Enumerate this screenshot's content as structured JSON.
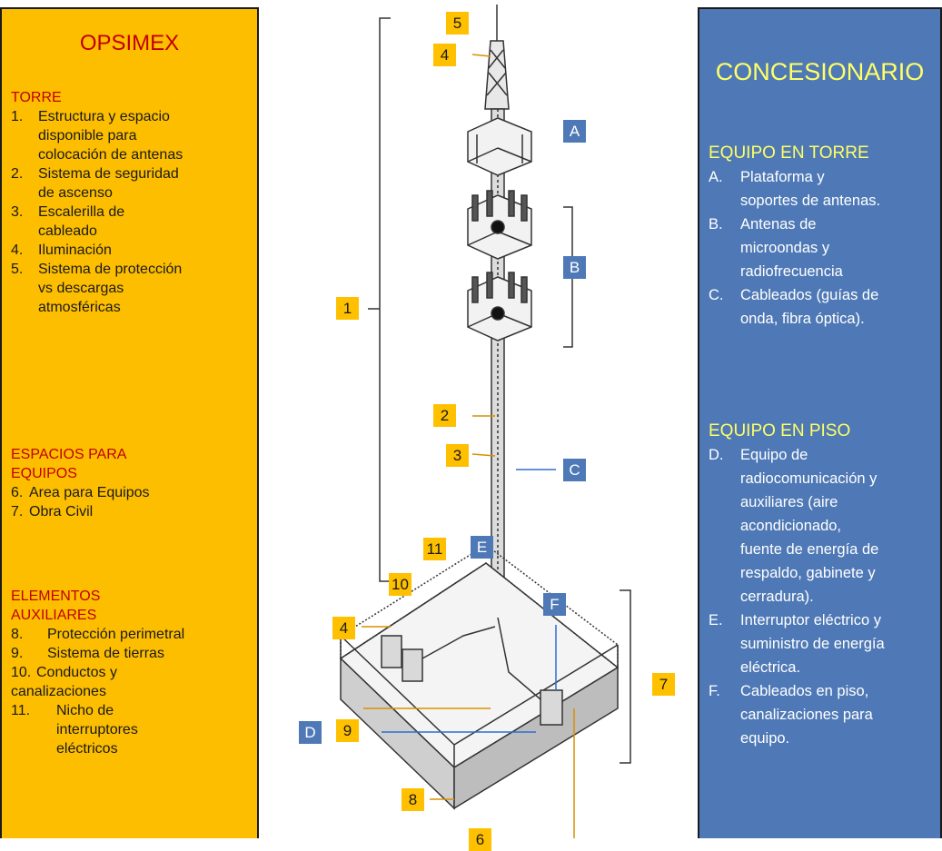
{
  "left_panel": {
    "title": "OPSIMEX",
    "sections": [
      {
        "heading": "TORRE",
        "items": [
          {
            "num": "1.",
            "lines": [
              "Estructura y espacio",
              "disponible para",
              "colocación de antenas"
            ]
          },
          {
            "num": "2.",
            "lines": [
              "Sistema de seguridad",
              "de ascenso"
            ]
          },
          {
            "num": "3.",
            "lines": [
              "Escalerilla de",
              "cableado"
            ]
          },
          {
            "num": "4.",
            "lines": [
              "Iluminación"
            ]
          },
          {
            "num": "5.",
            "lines": [
              "Sistema de protección",
              "vs descargas",
              "atmosféricas"
            ]
          }
        ]
      },
      {
        "heading_lines": [
          "ESPACIOS PARA",
          "EQUIPOS"
        ],
        "items": [
          {
            "num": "6.",
            "lines": [
              "Area para Equipos"
            ]
          },
          {
            "num": "7.",
            "lines": [
              "Obra Civil"
            ]
          }
        ]
      },
      {
        "heading_lines": [
          "ELEMENTOS",
          "AUXILIARES"
        ],
        "items": [
          {
            "num": "8.",
            "lines": [
              "Protección perimetral"
            ]
          },
          {
            "num": "9.",
            "lines": [
              "Sistema de tierras"
            ]
          },
          {
            "num": "10.",
            "lines": [
              "Conductos y"
            ]
          },
          {
            "num": "",
            "lines": [
              "canalizaciones"
            ]
          },
          {
            "num": "11.",
            "lines": [
              "Nicho de",
              "interruptores",
              "eléctricos"
            ]
          }
        ]
      }
    ]
  },
  "right_panel": {
    "title": "CONCESIONARIO",
    "sections": [
      {
        "heading": "EQUIPO EN TORRE",
        "items": [
          {
            "num": "A.",
            "lines": [
              "Plataforma y",
              "soportes de antenas."
            ]
          },
          {
            "num": "B.",
            "lines": [
              "Antenas de",
              "microondas y",
              "radiofrecuencia"
            ]
          },
          {
            "num": "C.",
            "lines": [
              "Cableados (guías de",
              "onda, fibra óptica)."
            ]
          }
        ]
      },
      {
        "heading": "EQUIPO EN PISO",
        "items": [
          {
            "num": "D.",
            "lines": [
              "Equipo de",
              "radiocomunicación y",
              "auxiliares (aire",
              "acondicionado,",
              "fuente de energía de",
              "respaldo, gabinete y",
              "cerradura)."
            ]
          },
          {
            "num": "E.",
            "lines": [
              "Interruptor eléctrico y",
              "suministro de energía",
              "eléctrica."
            ]
          },
          {
            "num": "F.",
            "lines": [
              "Cableados en piso,",
              "canalizaciones para",
              "equipo."
            ]
          }
        ]
      }
    ]
  },
  "diagram_tags": {
    "t5": "5",
    "t4a": "4",
    "tA": "A",
    "tB": "B",
    "t1": "1",
    "t2": "2",
    "t3": "3",
    "tC": "C",
    "t11": "11",
    "tE": "E",
    "t10": "10",
    "tF": "F",
    "t4b": "4",
    "t7": "7",
    "tD": "D",
    "t9": "9",
    "t8": "8",
    "t6": "6"
  },
  "colors": {
    "left_bg": "#fdbe00",
    "left_heading": "#c00000",
    "right_bg": "#4f79b6",
    "right_heading": "#ffff66",
    "tag_yellow": "#ffc000",
    "tag_blue": "#4f79b6"
  }
}
